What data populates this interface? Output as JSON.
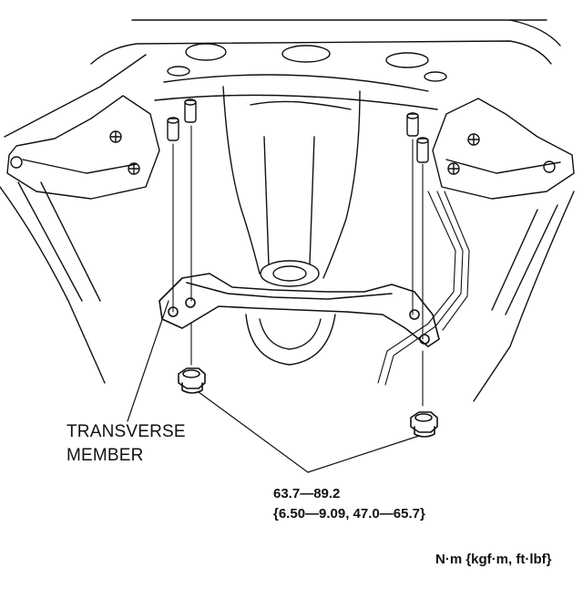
{
  "callouts": {
    "part_name_line1": "TRANSVERSE",
    "part_name_line2": "MEMBER",
    "torque_nm": "63.7—89.2",
    "torque_alt": "{6.50—9.09, 47.0—65.7}",
    "units": "N·m {kgf·m, ft·lbf}"
  }
}
